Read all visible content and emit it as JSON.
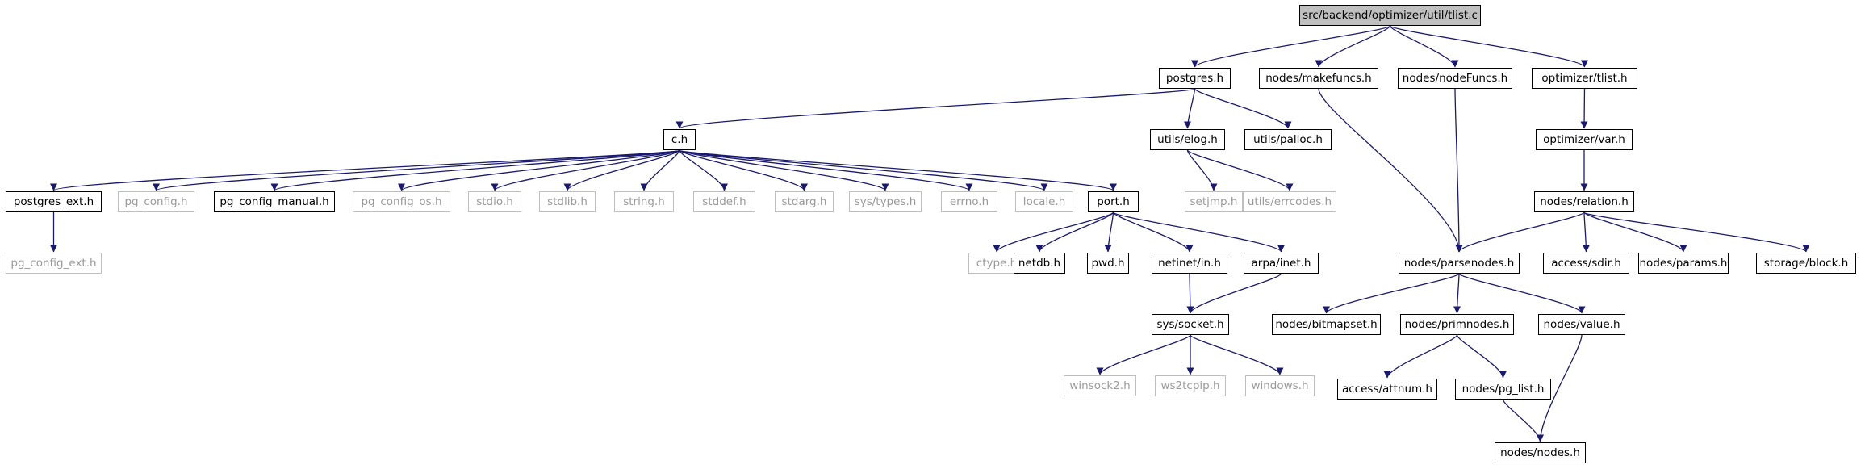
{
  "graph": {
    "root": "src/backend/optimizer/util/tlist.c",
    "nodes": [
      {
        "id": "tlist_c",
        "label": "src/backend/optimizer/util/tlist.c",
        "kind": "root"
      },
      {
        "id": "postgres_h",
        "label": "postgres.h",
        "kind": "doc"
      },
      {
        "id": "nodes_makefuncs_h",
        "label": "nodes/makefuncs.h",
        "kind": "doc"
      },
      {
        "id": "nodes_nodefuncs_h",
        "label": "nodes/nodeFuncs.h",
        "kind": "doc"
      },
      {
        "id": "optimizer_tlist_h",
        "label": "optimizer/tlist.h",
        "kind": "doc"
      },
      {
        "id": "c_h",
        "label": "c.h",
        "kind": "doc"
      },
      {
        "id": "utils_elog_h",
        "label": "utils/elog.h",
        "kind": "doc"
      },
      {
        "id": "utils_palloc_h",
        "label": "utils/palloc.h",
        "kind": "doc"
      },
      {
        "id": "optimizer_var_h",
        "label": "optimizer/var.h",
        "kind": "doc"
      },
      {
        "id": "postgres_ext_h",
        "label": "postgres_ext.h",
        "kind": "doc"
      },
      {
        "id": "pg_config_h",
        "label": "pg_config.h",
        "kind": "ext"
      },
      {
        "id": "pg_config_manual_h",
        "label": "pg_config_manual.h",
        "kind": "doc"
      },
      {
        "id": "pg_config_os_h",
        "label": "pg_config_os.h",
        "kind": "ext"
      },
      {
        "id": "stdio_h",
        "label": "stdio.h",
        "kind": "ext"
      },
      {
        "id": "stdlib_h",
        "label": "stdlib.h",
        "kind": "ext"
      },
      {
        "id": "string_h",
        "label": "string.h",
        "kind": "ext"
      },
      {
        "id": "stddef_h",
        "label": "stddef.h",
        "kind": "ext"
      },
      {
        "id": "stdarg_h",
        "label": "stdarg.h",
        "kind": "ext"
      },
      {
        "id": "sys_types_h",
        "label": "sys/types.h",
        "kind": "ext"
      },
      {
        "id": "errno_h",
        "label": "errno.h",
        "kind": "ext"
      },
      {
        "id": "locale_h",
        "label": "locale.h",
        "kind": "ext"
      },
      {
        "id": "port_h",
        "label": "port.h",
        "kind": "doc"
      },
      {
        "id": "setjmp_h",
        "label": "setjmp.h",
        "kind": "ext"
      },
      {
        "id": "utils_errcodes_h",
        "label": "utils/errcodes.h",
        "kind": "ext"
      },
      {
        "id": "nodes_relation_h",
        "label": "nodes/relation.h",
        "kind": "doc"
      },
      {
        "id": "pg_config_ext_h",
        "label": "pg_config_ext.h",
        "kind": "ext"
      },
      {
        "id": "ctype_h",
        "label": "ctype.h",
        "kind": "ext"
      },
      {
        "id": "netdb_h",
        "label": "netdb.h",
        "kind": "doc"
      },
      {
        "id": "pwd_h",
        "label": "pwd.h",
        "kind": "doc"
      },
      {
        "id": "netinet_in_h",
        "label": "netinet/in.h",
        "kind": "doc"
      },
      {
        "id": "arpa_inet_h",
        "label": "arpa/inet.h",
        "kind": "doc"
      },
      {
        "id": "nodes_parsenodes_h",
        "label": "nodes/parsenodes.h",
        "kind": "doc"
      },
      {
        "id": "access_sdir_h",
        "label": "access/sdir.h",
        "kind": "doc"
      },
      {
        "id": "nodes_params_h",
        "label": "nodes/params.h",
        "kind": "doc"
      },
      {
        "id": "storage_block_h",
        "label": "storage/block.h",
        "kind": "doc"
      },
      {
        "id": "sys_socket_h",
        "label": "sys/socket.h",
        "kind": "doc"
      },
      {
        "id": "nodes_bitmapset_h",
        "label": "nodes/bitmapset.h",
        "kind": "doc"
      },
      {
        "id": "nodes_primnodes_h",
        "label": "nodes/primnodes.h",
        "kind": "doc"
      },
      {
        "id": "nodes_value_h",
        "label": "nodes/value.h",
        "kind": "doc"
      },
      {
        "id": "winsock2_h",
        "label": "winsock2.h",
        "kind": "ext"
      },
      {
        "id": "ws2tcpip_h",
        "label": "ws2tcpip.h",
        "kind": "ext"
      },
      {
        "id": "windows_h",
        "label": "windows.h",
        "kind": "ext"
      },
      {
        "id": "access_attnum_h",
        "label": "access/attnum.h",
        "kind": "doc"
      },
      {
        "id": "nodes_pg_list_h",
        "label": "nodes/pg_list.h",
        "kind": "doc"
      },
      {
        "id": "nodes_nodes_h",
        "label": "nodes/nodes.h",
        "kind": "doc"
      }
    ],
    "edges": [
      [
        "tlist_c",
        "postgres_h"
      ],
      [
        "tlist_c",
        "nodes_makefuncs_h"
      ],
      [
        "tlist_c",
        "nodes_nodefuncs_h"
      ],
      [
        "tlist_c",
        "optimizer_tlist_h"
      ],
      [
        "postgres_h",
        "c_h"
      ],
      [
        "postgres_h",
        "utils_elog_h"
      ],
      [
        "postgres_h",
        "utils_palloc_h"
      ],
      [
        "c_h",
        "postgres_ext_h"
      ],
      [
        "c_h",
        "pg_config_h"
      ],
      [
        "c_h",
        "pg_config_manual_h"
      ],
      [
        "c_h",
        "pg_config_os_h"
      ],
      [
        "c_h",
        "stdio_h"
      ],
      [
        "c_h",
        "stdlib_h"
      ],
      [
        "c_h",
        "string_h"
      ],
      [
        "c_h",
        "stddef_h"
      ],
      [
        "c_h",
        "stdarg_h"
      ],
      [
        "c_h",
        "sys_types_h"
      ],
      [
        "c_h",
        "errno_h"
      ],
      [
        "c_h",
        "locale_h"
      ],
      [
        "c_h",
        "port_h"
      ],
      [
        "postgres_ext_h",
        "pg_config_ext_h"
      ],
      [
        "utils_elog_h",
        "setjmp_h"
      ],
      [
        "utils_elog_h",
        "utils_errcodes_h"
      ],
      [
        "port_h",
        "ctype_h"
      ],
      [
        "port_h",
        "netdb_h"
      ],
      [
        "port_h",
        "pwd_h"
      ],
      [
        "port_h",
        "netinet_in_h"
      ],
      [
        "port_h",
        "arpa_inet_h"
      ],
      [
        "netinet_in_h",
        "sys_socket_h"
      ],
      [
        "arpa_inet_h",
        "sys_socket_h"
      ],
      [
        "sys_socket_h",
        "winsock2_h"
      ],
      [
        "sys_socket_h",
        "ws2tcpip_h"
      ],
      [
        "sys_socket_h",
        "windows_h"
      ],
      [
        "nodes_makefuncs_h",
        "nodes_parsenodes_h"
      ],
      [
        "nodes_nodefuncs_h",
        "nodes_parsenodes_h"
      ],
      [
        "optimizer_tlist_h",
        "optimizer_var_h"
      ],
      [
        "optimizer_var_h",
        "nodes_relation_h"
      ],
      [
        "nodes_relation_h",
        "nodes_parsenodes_h"
      ],
      [
        "nodes_relation_h",
        "access_sdir_h"
      ],
      [
        "nodes_relation_h",
        "nodes_params_h"
      ],
      [
        "nodes_relation_h",
        "storage_block_h"
      ],
      [
        "nodes_parsenodes_h",
        "nodes_bitmapset_h"
      ],
      [
        "nodes_parsenodes_h",
        "nodes_primnodes_h"
      ],
      [
        "nodes_parsenodes_h",
        "nodes_value_h"
      ],
      [
        "nodes_primnodes_h",
        "access_attnum_h"
      ],
      [
        "nodes_primnodes_h",
        "nodes_pg_list_h"
      ],
      [
        "nodes_pg_list_h",
        "nodes_nodes_h"
      ],
      [
        "nodes_value_h",
        "nodes_nodes_h"
      ]
    ]
  },
  "colors": {
    "edge": "#191970",
    "node_border": "#000000",
    "external_border": "#bfbfbf",
    "external_text": "#9a9a9a",
    "root_fill": "#bfbfbf",
    "background": "#ffffff"
  }
}
